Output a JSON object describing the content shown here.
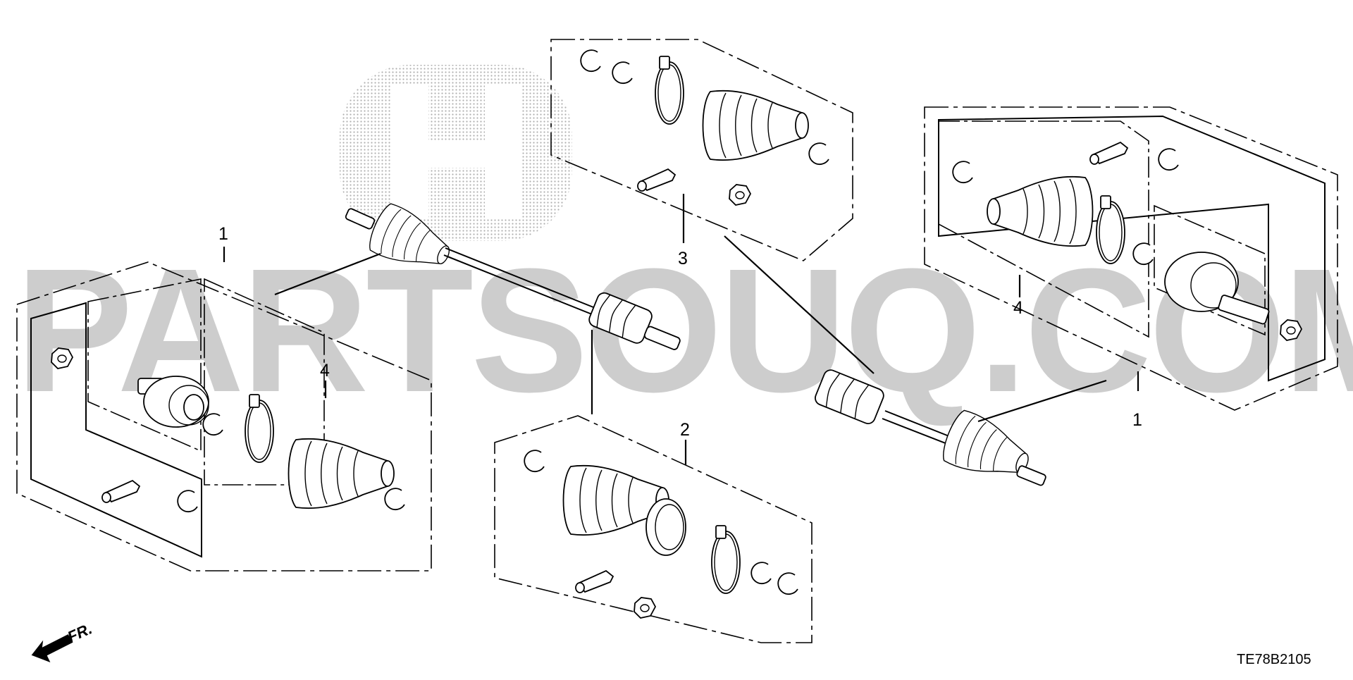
{
  "watermark": {
    "text": "PARTSOUQ.COM"
  },
  "diagram_code": "TE78B2105",
  "direction": {
    "label": "FR.",
    "icon": "arrow-front-icon"
  },
  "callouts": [
    {
      "number": "1"
    },
    {
      "number": "4"
    },
    {
      "number": "3"
    },
    {
      "number": "2"
    },
    {
      "number": "4"
    },
    {
      "number": "1"
    }
  ],
  "kits": [
    {
      "callout": "1",
      "contains": [
        "4"
      ]
    },
    {
      "callout": "3"
    },
    {
      "callout": "2"
    },
    {
      "callout": "1",
      "contains": [
        "4"
      ]
    }
  ],
  "colors": {
    "line": "#000000",
    "watermark": "#cdcdcd",
    "logo": "#bdbdbd"
  }
}
